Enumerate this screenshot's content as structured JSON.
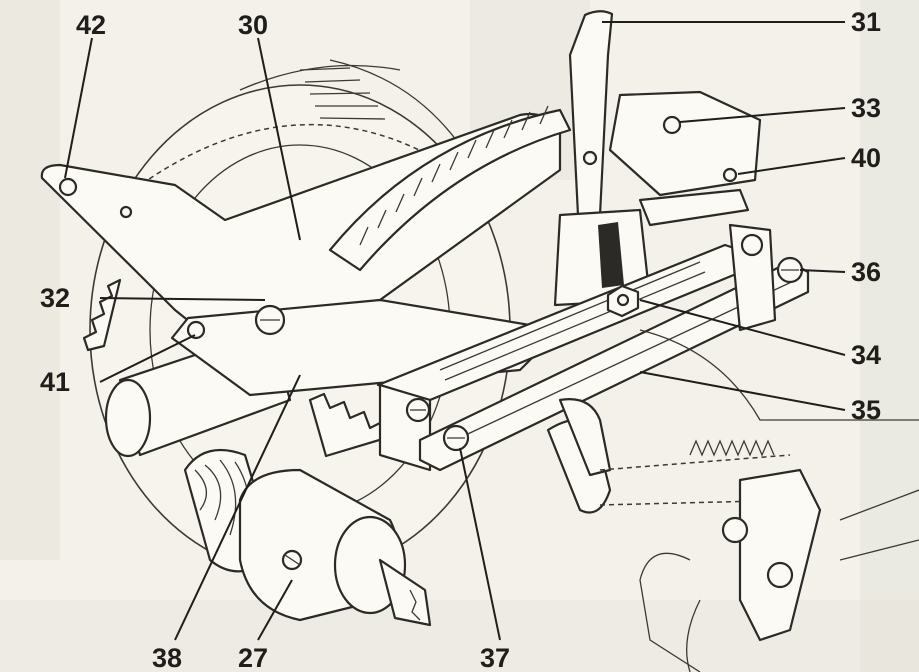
{
  "callouts": {
    "c42": "42",
    "c30": "30",
    "c31": "31",
    "c33": "33",
    "c40": "40",
    "c36": "36",
    "c32": "32",
    "c34": "34",
    "c41": "41",
    "c35": "35",
    "c38": "38",
    "c27": "27",
    "c37": "37"
  },
  "colors": {
    "ink": "#2b2a27",
    "paper": "#f3f1ea"
  }
}
